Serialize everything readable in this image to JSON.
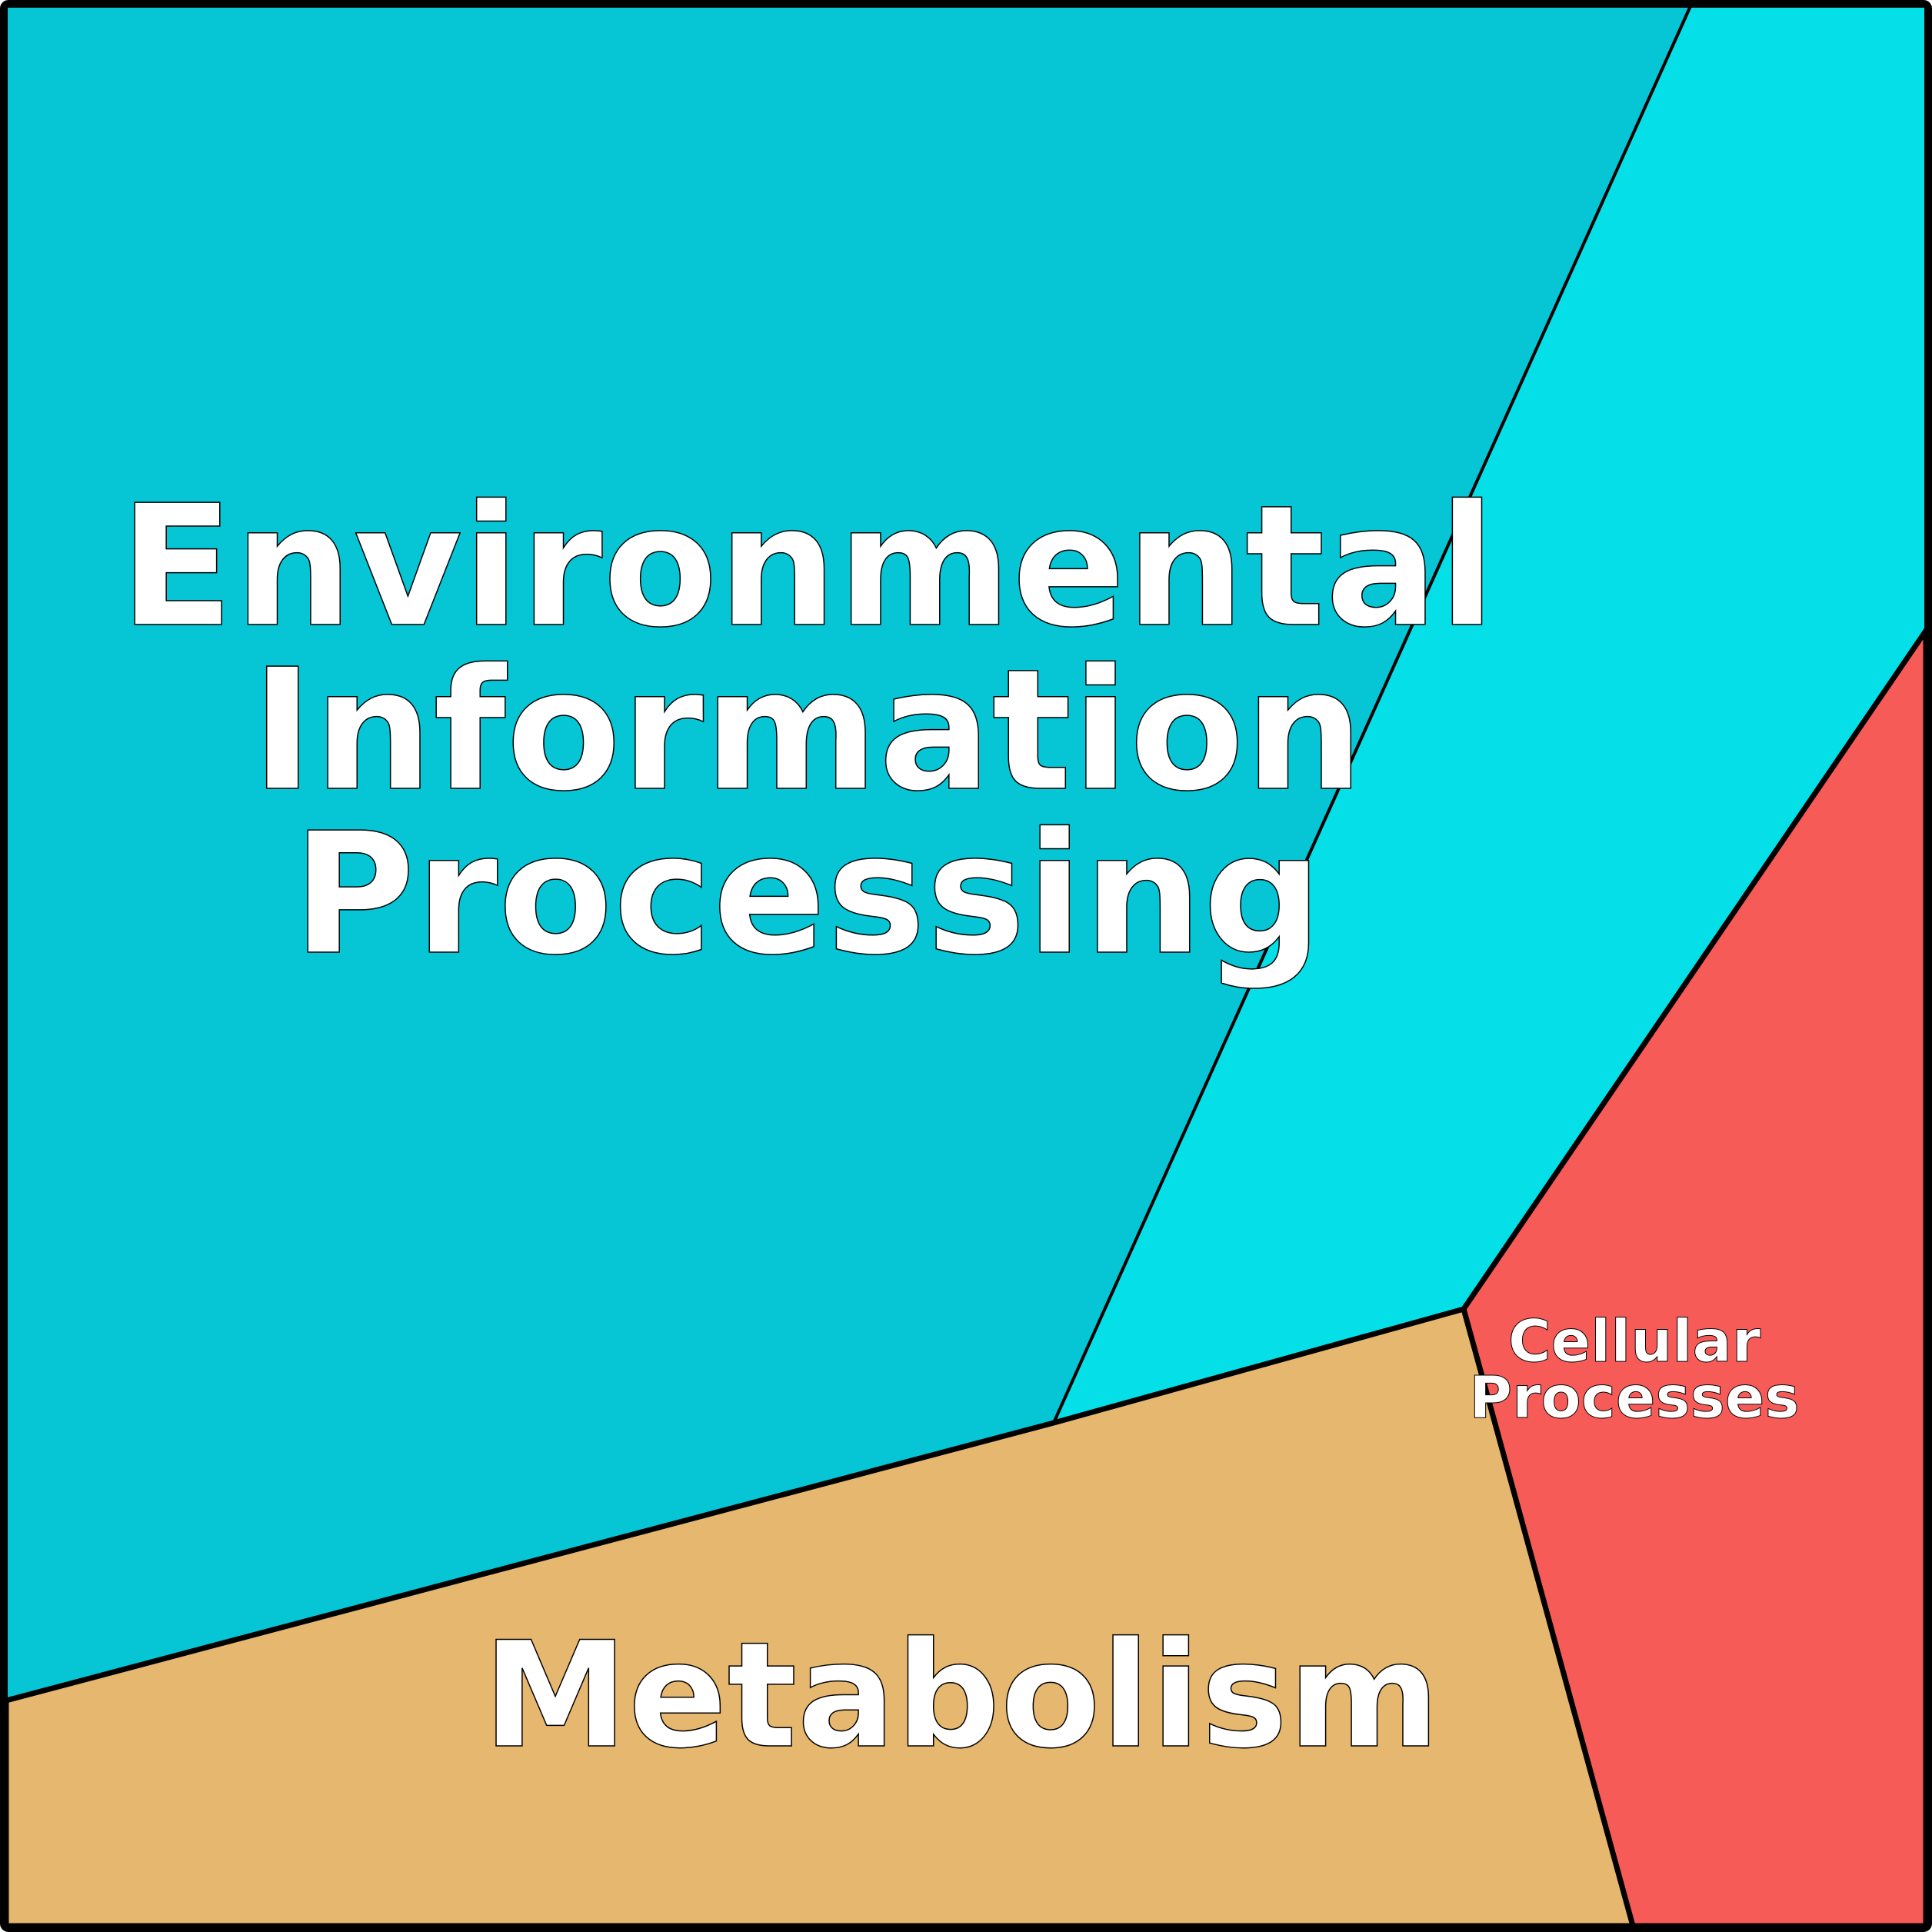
{
  "regions": [
    {
      "id": "environmental",
      "lines": [
        "Environmental",
        "Information",
        "Processing"
      ],
      "color": "#06C5D5"
    },
    {
      "id": "unlabeled",
      "color": "#05E0E8"
    },
    {
      "id": "cellular",
      "lines": [
        "Cellular",
        "Processes"
      ],
      "color": "#F65B58"
    },
    {
      "id": "metabolism",
      "lines": [
        "Metabolism"
      ],
      "color": "#E6B76F"
    }
  ]
}
